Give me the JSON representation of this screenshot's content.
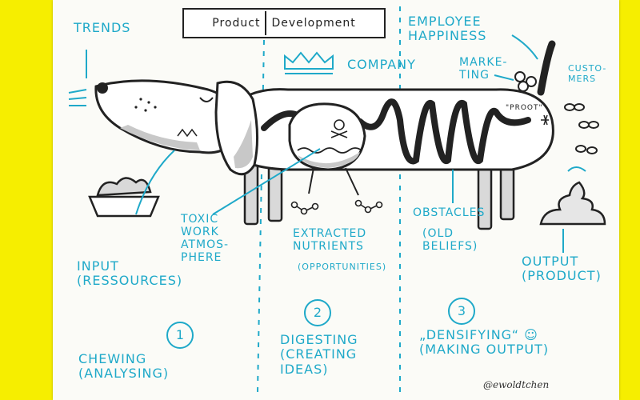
{
  "title": {
    "left": "Product",
    "right": "Development"
  },
  "labels": {
    "trends": "Trends",
    "company": "Company",
    "employee_happiness": "Employee\nHappiness",
    "marketing": "Marke-\nting",
    "customers": "Custo-\nmers",
    "proot": "\"Proot\"",
    "toxic": "Toxic\nwork\natmos-\nphere",
    "extracted_nutrients": "Extracted\nnutrients",
    "opportunities": "(opportunities)",
    "obstacles": "Obstacles",
    "old_beliefs": "(old\nbeliefs)",
    "input": "Input\n(Ressources)",
    "output": "Output\n(Product)"
  },
  "stages": [
    {
      "number": "1",
      "label": "Chewing\n(analysing)"
    },
    {
      "number": "2",
      "label": "Digesting\n(creating\nideas)"
    },
    {
      "number": "3",
      "label": "„Densifying“ ☺\n(making output)"
    }
  ],
  "credit": "@ewoldtchen",
  "colors": {
    "background": "#f6ee00",
    "paper": "#fbfbf7",
    "ink": "#222222",
    "accent": "#1fa9c9",
    "shade": "#c8c8c8"
  }
}
